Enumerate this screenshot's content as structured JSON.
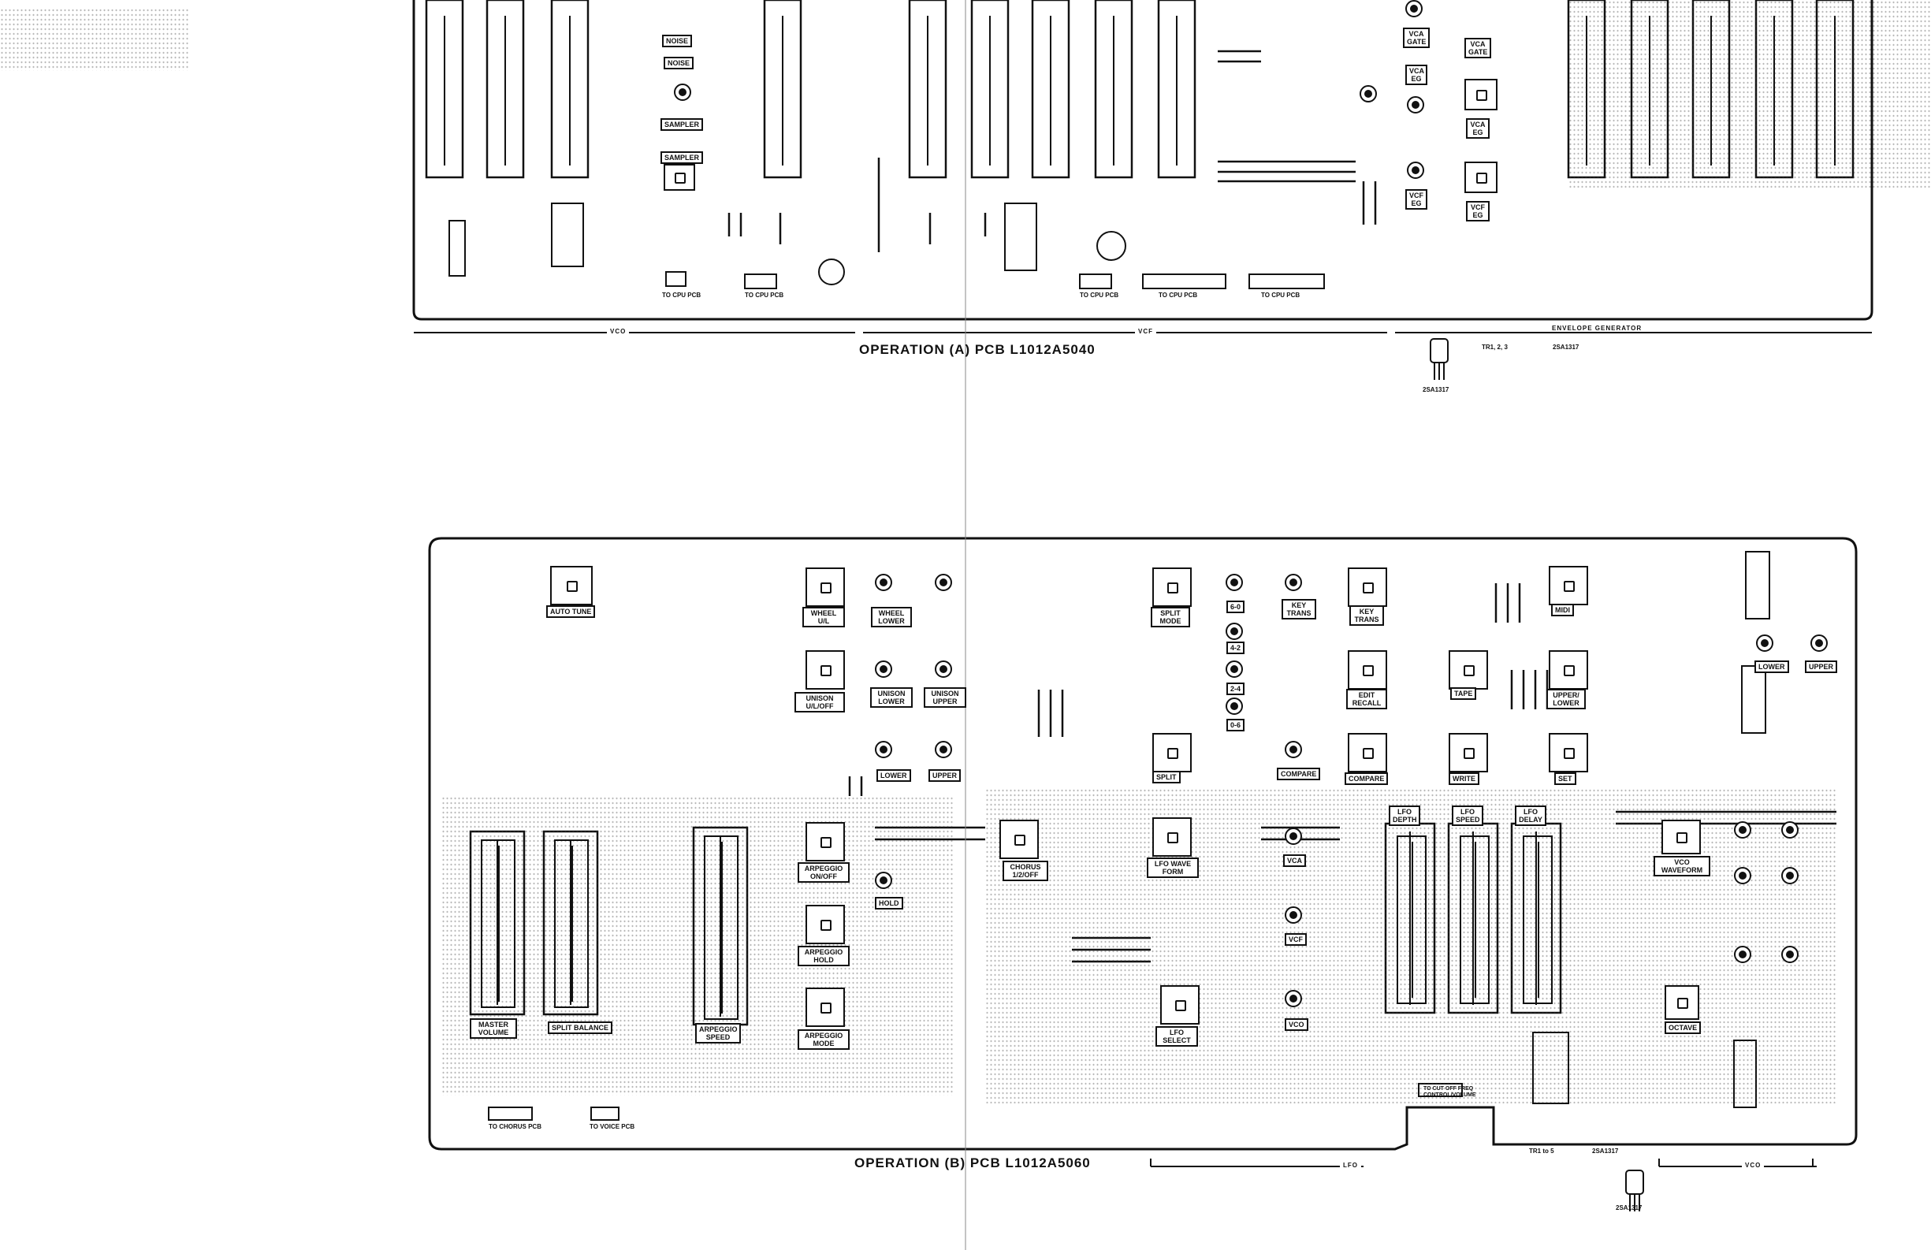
{
  "title_a": "OPERATION (A)  PCB   L1012A5040",
  "title_b": "OPERATION (B)  PCB   L1012A5060",
  "sections_a": [
    "VCO",
    "VCF",
    "ENVELOPE  GENERATOR"
  ],
  "sections_b": [
    "LFO",
    "VCO"
  ],
  "transistor_a": {
    "ref": "TR1, 2, 3",
    "part": "2SA1317",
    "label": "2SA1317"
  },
  "transistor_b": {
    "ref": "TR1 to 5",
    "part": "2SA1317",
    "label": "2SA1317"
  },
  "board_a_labels": [
    "NOISE",
    "NOISE",
    "SAMPLER",
    "SAMPLER",
    "VCA GATE",
    "VCA GATE",
    "VCA EG",
    "VCA EG",
    "VCF EG",
    "VCF EG"
  ],
  "board_a_connectors": [
    "TO CPU PCB",
    "TO CPU PCB",
    "TO CPU PCB",
    "TO CPU PCB",
    "TO CPU PCB"
  ],
  "board_b_labels": {
    "auto_tune": "AUTO TUNE",
    "wheel_ul": "WHEEL U/L",
    "wheel_lower": "WHEEL LOWER",
    "unison_ul": "UNISON U/L/OFF",
    "unison_lower": "UNISON LOWER",
    "unison_upper": "UNISON UPPER",
    "lower": "LOWER",
    "upper": "UPPER",
    "arp_onoff": "ARPEGGIO ON/OFF",
    "arp_hold": "ARPEGGIO HOLD",
    "hold": "HOLD",
    "arp_mode": "ARPEGGIO MODE",
    "chorus": "CHORUS 1/2/OFF",
    "split_mode": "SPLIT MODE",
    "key_trans": "KEY TRANS",
    "split": "SPLIT",
    "compare": "COMPARE",
    "lfo_waveform": "LFO WAVE FORM",
    "vca": "VCA",
    "vcf": "VCF",
    "vco": "VCO",
    "lfo_select": "LFO SELECT",
    "key_trans2": "KEY TRANS",
    "edit_recall": "EDIT RECALL",
    "tape": "TAPE",
    "write": "WRITE",
    "midi": "MIDI",
    "upper_lower": "UPPER/ LOWER",
    "set": "SET",
    "lfo_depth": "LFO DEPTH",
    "lfo_speed": "LFO SPEED",
    "lfo_delay": "LFO DELAY",
    "vco_waveform": "VCO WAVEFORM",
    "octave": "OCTAVE",
    "master_volume": "MASTER VOLUME",
    "split_balance": "SPLIT BALANCE",
    "arp_speed": "ARPEGGIO SPEED",
    "lower2": "LOWER",
    "upper2": "UPPER",
    "range_60": "6-0",
    "range_42": "4-2",
    "range_24": "2-4",
    "range_06": "0-6"
  },
  "board_b_connectors": {
    "p3": "TO CHORUS PCB",
    "p2": "TO VOICE PCB",
    "cutoff": "TO CUT OFF FREQ CONTROL/VOLUME"
  }
}
